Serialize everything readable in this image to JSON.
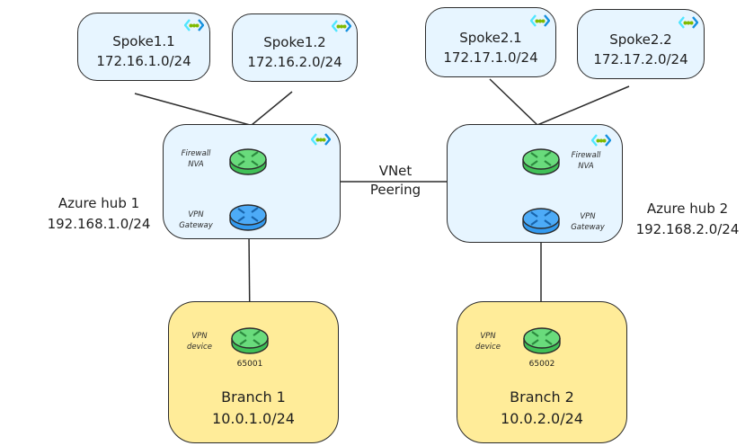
{
  "spokes": [
    {
      "name": "Spoke1.1",
      "cidr": "172.16.1.0/24"
    },
    {
      "name": "Spoke1.2",
      "cidr": "172.16.2.0/24"
    },
    {
      "name": "Spoke2.1",
      "cidr": "172.17.1.0/24"
    },
    {
      "name": "Spoke2.2",
      "cidr": "172.17.2.0/24"
    }
  ],
  "hubs": [
    {
      "name": "Azure hub 1",
      "cidr": "192.168.1.0/24",
      "firewall_label": [
        "Firewall",
        "NVA"
      ],
      "gateway_label": [
        "VPN",
        "Gateway"
      ]
    },
    {
      "name": "Azure hub 2",
      "cidr": "192.168.2.0/24",
      "firewall_label": [
        "Firewall",
        "NVA"
      ],
      "gateway_label": [
        "VPN",
        "Gateway"
      ]
    }
  ],
  "peering": {
    "line1": "VNet",
    "line2": "Peering"
  },
  "branches": [
    {
      "name": "Branch 1",
      "cidr": "10.0.1.0/24",
      "device_label": [
        "VPN",
        "device"
      ],
      "asn": "65001"
    },
    {
      "name": "Branch 2",
      "cidr": "10.0.2.0/24",
      "device_label": [
        "VPN",
        "device"
      ],
      "asn": "65002"
    }
  ],
  "colors": {
    "vnet_fill": "#e7f5ff",
    "branch_fill": "#ffec99",
    "firewall_router": "#69db7c",
    "gateway_router": "#4dabf7",
    "stroke": "#1e1e1e"
  }
}
